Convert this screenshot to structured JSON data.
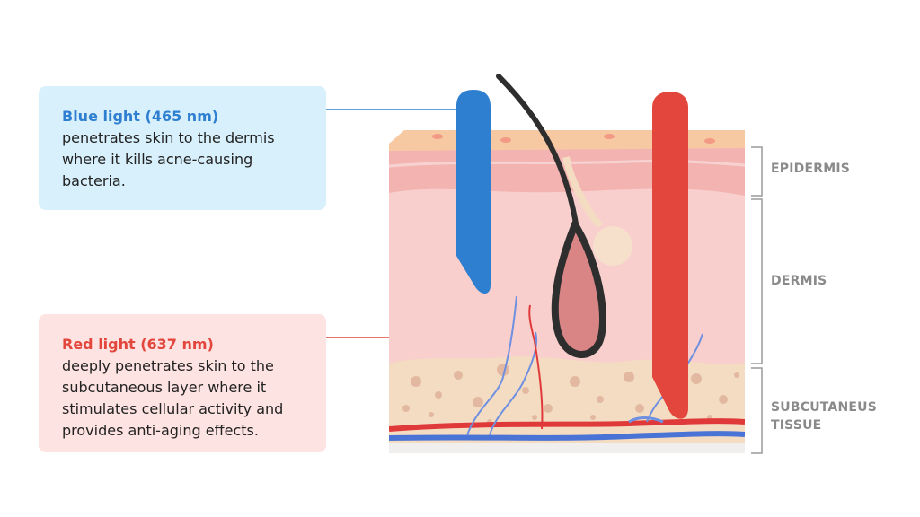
{
  "blue_light": {
    "title": "Blue light (465 nm)",
    "lines": [
      "penetrates skin to the dermis",
      "where it kills acne-causing",
      "bacteria."
    ],
    "color": "#2f7fd1"
  },
  "red_light": {
    "title": "Red light (637 nm)",
    "lines": [
      "deeply penetrates skin to the",
      "subcutaneous layer where it",
      "stimulates cellular activity and",
      "provides anti-aging effects."
    ],
    "color": "#e2463c"
  },
  "layers": {
    "epidermis": "EPIDERMIS",
    "dermis": "DERMIS",
    "subcutaneous_line1": "SUBCUTANEUS",
    "subcutaneous_line2": "TISSUE"
  },
  "colors": {
    "epidermis_top": "#f6c9a3",
    "dermis": "#f8cfcc",
    "fat": "#f3dcc2",
    "vein": "#4a73d6",
    "artery": "#e0393a",
    "hair": "#2e2e2e",
    "bracket": "#9a9a9a"
  }
}
